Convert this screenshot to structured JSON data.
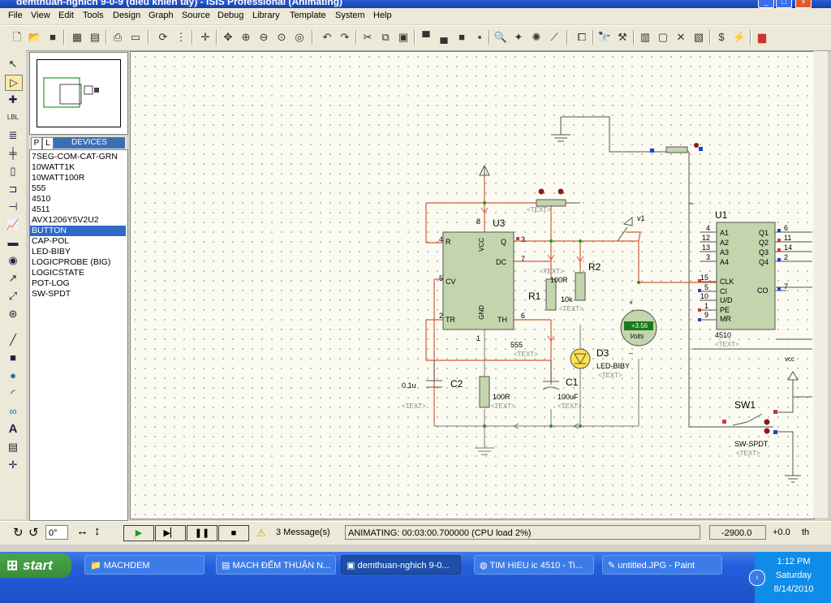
{
  "window": {
    "title": "demthuan-nghich 9-0-9 (dieu khien tay) - ISIS Professional (Animating)"
  },
  "menu": [
    "File",
    "View",
    "Edit",
    "Tools",
    "Design",
    "Graph",
    "Source",
    "Debug",
    "Library",
    "Template",
    "System",
    "Help"
  ],
  "overview": {},
  "devices": {
    "tab_p": "P",
    "tab_l": "L",
    "title": "DEVICES",
    "items": [
      "7SEG-COM-CAT-GRN",
      "10WATT1K",
      "10WATT100R",
      "555",
      "4510",
      "4511",
      "AVX1206Y5V2U2",
      "BUTTON",
      "CAP-POL",
      "LED-BIBY",
      "LOGICPROBE (BIG)",
      "LOGICSTATE",
      "POT-LOG",
      "SW-SPDT"
    ],
    "selected": "BUTTON"
  },
  "schematic": {
    "u3": {
      "ref": "U3",
      "type": "555",
      "pins": {
        "r": "R",
        "vcc": "VCC",
        "q": "Q",
        "dc": "DC",
        "cv": "CV",
        "tr": "TR",
        "gnd": "GND",
        "th": "TH"
      },
      "pin_numbers": {
        "n4": "4",
        "n8": "8",
        "n3": "3",
        "n7": "7",
        "n5": "5",
        "n2": "2",
        "n1": "1",
        "n6": "6"
      }
    },
    "r1": {
      "ref": "R1",
      "value": "100R"
    },
    "r2": {
      "ref": "R2",
      "value": "10k"
    },
    "r_bottom": {
      "value": "100R"
    },
    "c1": {
      "ref": "C1",
      "value": "100uF"
    },
    "c2": {
      "ref": "C2",
      "value": "0.1u"
    },
    "d3": {
      "ref": "D3",
      "type": "LED-BIBY"
    },
    "voltmeter": {
      "reading": "+3.56",
      "unit": "Volts",
      "plus": "+",
      "minus": "–"
    },
    "probe": {
      "label": "v1"
    },
    "u1": {
      "ref": "U1",
      "type": "4510",
      "pins_left": [
        "A1",
        "A2",
        "A3",
        "A4",
        "CLK",
        "CI",
        "U/D",
        "PE",
        "MR"
      ],
      "pins_right": [
        "Q1",
        "Q2",
        "Q3",
        "Q4",
        "CO"
      ],
      "pin_numbers_left": [
        "4",
        "12",
        "13",
        "3",
        "15",
        "5",
        "10",
        "1",
        "9"
      ],
      "pin_numbers_right": [
        "6",
        "11",
        "14",
        "2",
        "7"
      ]
    },
    "sw1": {
      "ref": "SW1",
      "type": "SW-SPDT"
    },
    "vcc_label": "vcc",
    "text_placeholder": "<TEXT>"
  },
  "status": {
    "rotate_value": "0°",
    "messages": "3 Message(s)",
    "animation": "ANIMATING: 00:03:00.700000 (CPU load 2%)",
    "coord_x": "-2900.0",
    "coord_y": "+0.0",
    "unit": "th"
  },
  "taskbar": {
    "start": "start",
    "tasks": [
      "MACHDEM",
      "MACH ĐẾM THUẬN N...",
      "demthuan-nghich 9-0...",
      "TIM HIEU ic 4510 - Ti...",
      "untitled.JPG - Paint"
    ],
    "active_task": 2,
    "clock": "1:12 PM",
    "day": "Saturday",
    "date": "8/14/2010"
  },
  "colors": {
    "wire_red": "#d45b3c",
    "wire_grey": "#7a7a7a",
    "component_fill": "#c2d5ad",
    "canvas_bg": "#fbfbf1",
    "selection": "#3169c6",
    "voltmeter_display": "#1a7a1a"
  }
}
